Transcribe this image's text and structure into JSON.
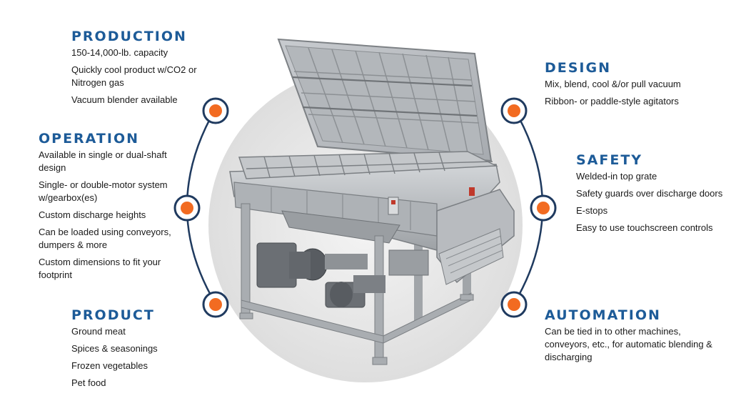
{
  "sections": {
    "production": {
      "title": "PRODUCTION",
      "items": [
        "150-14,000-lb. capacity",
        "Quickly cool product w/CO2 or Nitrogen gas",
        "Vacuum blender available"
      ]
    },
    "operation": {
      "title": "OPERATION",
      "items": [
        "Available in single or dual-shaft design",
        "Single- or double-motor system w/gearbox(es)",
        "Custom discharge heights",
        "Can be loaded using conveyors, dumpers & more",
        "Custom dimensions to fit your footprint"
      ]
    },
    "product": {
      "title": "PRODUCT",
      "items": [
        "Ground meat",
        "Spices & seasonings",
        "Frozen vegetables",
        "Pet food"
      ]
    },
    "design": {
      "title": "DESIGN",
      "items": [
        "Mix, blend, cool &/or pull vacuum",
        "Ribbon- or paddle-style agitators"
      ]
    },
    "safety": {
      "title": "SAFETY",
      "items": [
        "Welded-in top grate",
        "Safety guards over discharge doors",
        "E-stops",
        "Easy to use touchscreen controls"
      ]
    },
    "automation": {
      "title": "AUTOMATION",
      "items": [
        "Can be tied in to other machines, conveyors, etc., for automatic blending & discharging"
      ]
    }
  },
  "colors": {
    "title_blue": "#1d5b98",
    "marker_navy": "#1f3a5f",
    "marker_orange": "#f26b21",
    "backdrop_gray": "#e9e9e9",
    "steel": "#b9bcbf"
  }
}
